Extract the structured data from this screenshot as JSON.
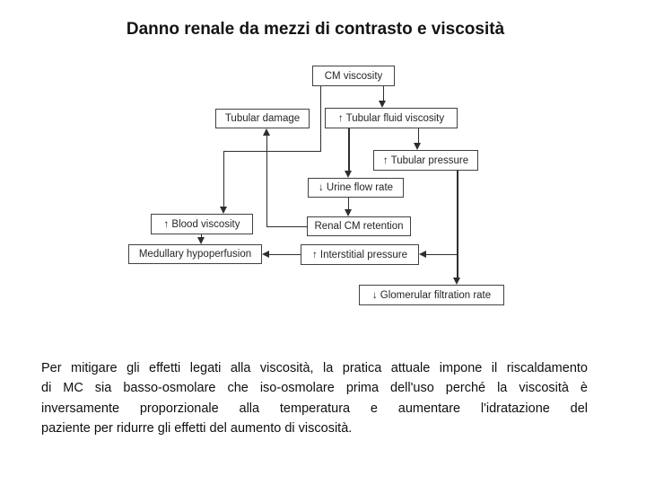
{
  "slide": {
    "title": "Danno renale da mezzi di contrasto e viscosità",
    "background_color": "#ffffff"
  },
  "diagram": {
    "nodes": [
      {
        "id": "cm-viscosity",
        "label": "CM viscosity"
      },
      {
        "id": "tubular-damage",
        "label": "Tubular damage"
      },
      {
        "id": "tubular-fluid-viscosity",
        "label": "↑ Tubular fluid viscosity"
      },
      {
        "id": "tubular-pressure",
        "label": "↑ Tubular pressure"
      },
      {
        "id": "urine-flow-rate",
        "label": "↓ Urine flow rate"
      },
      {
        "id": "blood-viscosity",
        "label": "↑ Blood viscosity"
      },
      {
        "id": "renal-cm-retention",
        "label": "Renal CM retention"
      },
      {
        "id": "medullary-hypoperfusion",
        "label": "Medullary hypoperfusion"
      },
      {
        "id": "interstitial-pressure",
        "label": "↑ Interstitial pressure"
      },
      {
        "id": "glomerular-filtration-rate",
        "label": "↓ Glomerular filtration rate"
      }
    ],
    "edges": [
      {
        "from": "cm-viscosity",
        "to": "tubular-fluid-viscosity"
      },
      {
        "from": "cm-viscosity",
        "to": "blood-viscosity"
      },
      {
        "from": "tubular-fluid-viscosity",
        "to": "urine-flow-rate"
      },
      {
        "from": "tubular-fluid-viscosity",
        "to": "tubular-pressure"
      },
      {
        "from": "tubular-pressure",
        "to": "glomerular-filtration-rate"
      },
      {
        "from": "tubular-pressure",
        "to": "interstitial-pressure"
      },
      {
        "from": "urine-flow-rate",
        "to": "renal-cm-retention"
      },
      {
        "from": "renal-cm-retention",
        "to": "tubular-damage"
      },
      {
        "from": "blood-viscosity",
        "to": "medullary-hypoperfusion"
      },
      {
        "from": "interstitial-pressure",
        "to": "medullary-hypoperfusion"
      }
    ],
    "colors": {
      "box_border": "#414141",
      "box_fill": "#ffffff",
      "box_text": "#262626",
      "connector": "#2e2e2e"
    }
  },
  "paragraph": {
    "lines": [
      "Per mitigare gli effetti legati alla viscosità, la pratica attuale impone il riscaldamento",
      "di MC sia basso-osmolare che iso-osmolare prima dell'uso perché la viscosità è",
      "inversamente proporzionale alla temperatura e aumentare l'idratazione del",
      "paziente per ridurre gli effetti del aumento di viscosità."
    ]
  }
}
